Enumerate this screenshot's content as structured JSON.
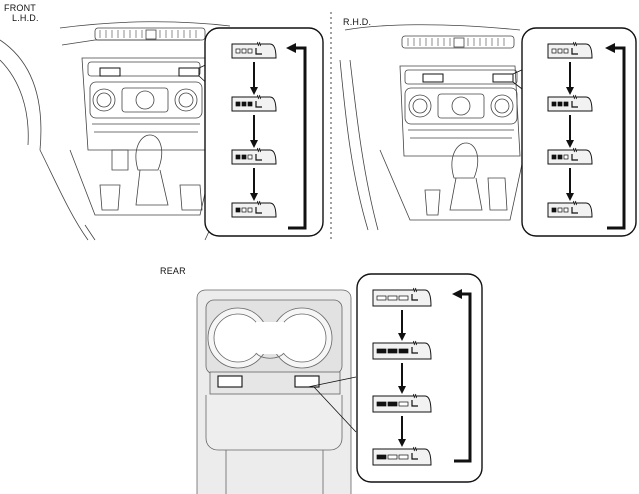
{
  "labels": {
    "front": "FRONT",
    "lhd": "L.H.D.",
    "rhd": "R.H.D.",
    "rear": "REAR"
  },
  "heater_levels": {
    "front_lhd": [
      0,
      3,
      2,
      1
    ],
    "front_rhd": [
      0,
      3,
      2,
      1
    ],
    "rear": [
      0,
      3,
      2,
      1
    ]
  },
  "colors": {
    "line": "#111111",
    "outline": "#555555",
    "panel_fill": "#f2f2f2",
    "housing_fill": "#e6e6e6",
    "background": "#ffffff"
  },
  "icons": [
    "seat-heater-icon",
    "down-arrow-icon",
    "return-arrow-icon"
  ]
}
